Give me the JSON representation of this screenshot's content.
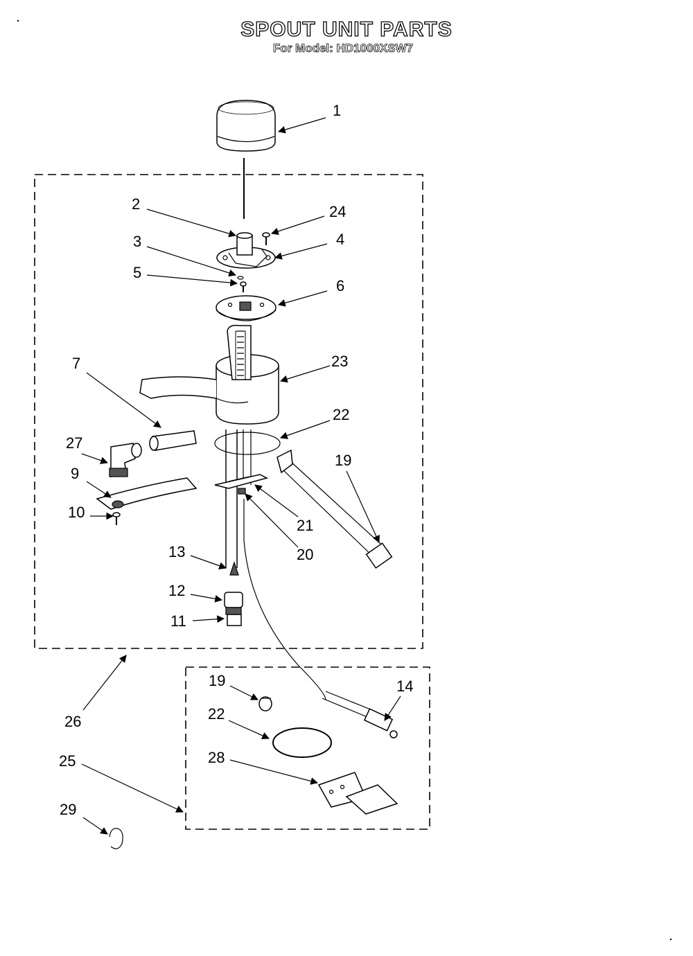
{
  "header": {
    "title": "SPOUT UNIT PARTS",
    "subtitle": "For Model: HD1000XSW7"
  },
  "callouts": [
    {
      "id": "c1",
      "label": "1"
    },
    {
      "id": "c2",
      "label": "2"
    },
    {
      "id": "c24",
      "label": "24"
    },
    {
      "id": "c3",
      "label": "3"
    },
    {
      "id": "c4",
      "label": "4"
    },
    {
      "id": "c5",
      "label": "5"
    },
    {
      "id": "c6",
      "label": "6"
    },
    {
      "id": "c7",
      "label": "7"
    },
    {
      "id": "c23",
      "label": "23"
    },
    {
      "id": "c22a",
      "label": "22"
    },
    {
      "id": "c27",
      "label": "27"
    },
    {
      "id": "c19a",
      "label": "19"
    },
    {
      "id": "c9",
      "label": "9"
    },
    {
      "id": "c10",
      "label": "10"
    },
    {
      "id": "c21",
      "label": "21"
    },
    {
      "id": "c20",
      "label": "20"
    },
    {
      "id": "c13",
      "label": "13"
    },
    {
      "id": "c12",
      "label": "12"
    },
    {
      "id": "c11",
      "label": "11"
    },
    {
      "id": "c19b",
      "label": "19"
    },
    {
      "id": "c14",
      "label": "14"
    },
    {
      "id": "c22b",
      "label": "22"
    },
    {
      "id": "c26",
      "label": "26"
    },
    {
      "id": "c28",
      "label": "28"
    },
    {
      "id": "c25",
      "label": "25"
    },
    {
      "id": "c29",
      "label": "29"
    }
  ]
}
